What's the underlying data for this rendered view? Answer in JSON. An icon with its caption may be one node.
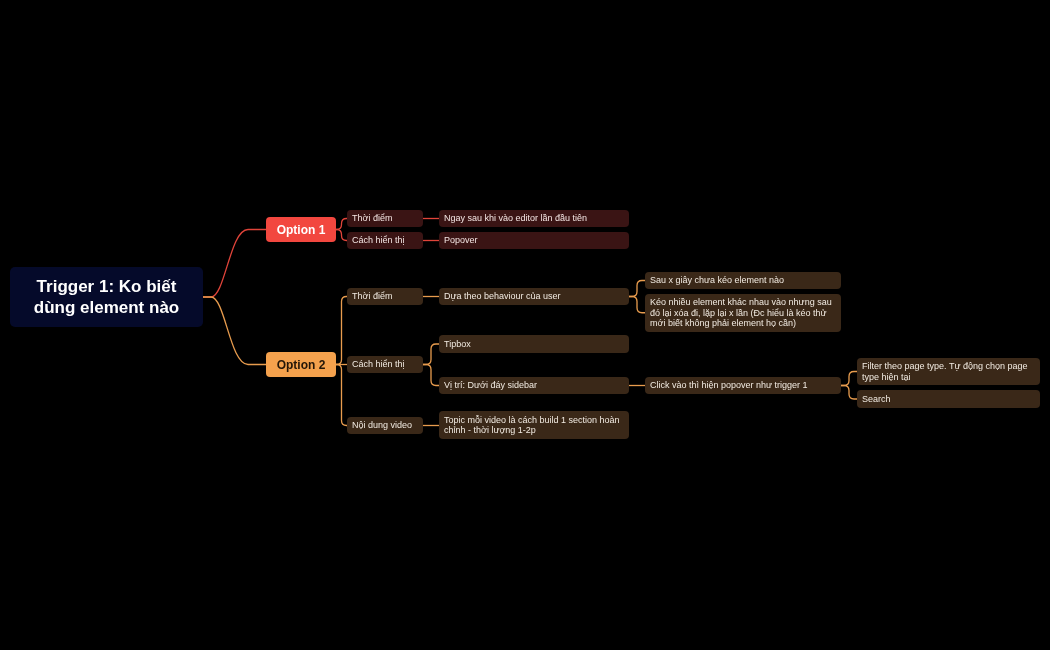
{
  "diagram": {
    "nodes": [
      {
        "text": [
          "Trigger 1: Ko biết dùng element nào"
        ]
      },
      {
        "text": [
          "Option 1"
        ]
      },
      {
        "text": [
          "Thời điểm"
        ]
      },
      {
        "text": [
          "Ngay sau khi vào editor lần đầu tiên"
        ]
      },
      {
        "text": [
          "Cách hiển thị"
        ]
      },
      {
        "text": [
          "Popover"
        ]
      },
      {
        "text": [
          "Option 2"
        ]
      },
      {
        "text": [
          "Thời điểm"
        ]
      },
      {
        "text": [
          "Dựa theo behaviour của user"
        ]
      },
      {
        "text": [
          "Sau x giây chưa kéo element nào"
        ]
      },
      {
        "text": [
          "Kéo nhiều element khác nhau vào nhưng sau đó lại xóa đi, lặp lại x lần (Đc hiểu là kéo thử mới biết không phải element họ cần)"
        ]
      },
      {
        "text": [
          "Cách hiển thị"
        ]
      },
      {
        "text": [
          "Tipbox"
        ]
      },
      {
        "text": [
          "Vị trí: Dưới đáy sidebar"
        ]
      },
      {
        "text": [
          "Click vào thì hiện popover như trigger 1"
        ]
      },
      {
        "text": [
          "Filter theo page type. Tự động chọn page type hiện tại"
        ]
      },
      {
        "text": [
          "Search"
        ]
      },
      {
        "text": [
          "Nội dung video"
        ]
      },
      {
        "text": [
          "Topic mỗi video là cách build 1 section hoàn chỉnh - thời lượng 1-2p"
        ]
      }
    ],
    "edges": [
      {
        "from": 0,
        "to": 1,
        "arrow": "none",
        "color": "#e0443a"
      },
      {
        "from": 0,
        "to": 6,
        "arrow": "none"
      },
      {
        "from": 1,
        "to": 2,
        "arrow": "none",
        "color": "#e0443a"
      },
      {
        "from": 1,
        "to": 4,
        "arrow": "none",
        "color": "#e0443a"
      },
      {
        "from": 2,
        "to": 3,
        "arrow": "none",
        "color": "#e0443a"
      },
      {
        "from": 4,
        "to": 5,
        "arrow": "none",
        "color": "#e0443a"
      },
      {
        "from": 6,
        "to": 7,
        "arrow": "none"
      },
      {
        "from": 6,
        "to": 11,
        "arrow": "none"
      },
      {
        "from": 6,
        "to": 17,
        "arrow": "none"
      },
      {
        "from": 7,
        "to": 8,
        "arrow": "none"
      },
      {
        "from": 8,
        "to": 9,
        "arrow": "none"
      },
      {
        "from": 8,
        "to": 10,
        "arrow": "none"
      },
      {
        "from": 11,
        "to": 12,
        "arrow": "none"
      },
      {
        "from": 11,
        "to": 13,
        "arrow": "none"
      },
      {
        "from": 13,
        "to": 14,
        "arrow": "none"
      },
      {
        "from": 14,
        "to": 15,
        "arrow": "none"
      },
      {
        "from": 14,
        "to": 16,
        "arrow": "none"
      },
      {
        "from": 17,
        "to": 18,
        "arrow": "none"
      }
    ]
  }
}
